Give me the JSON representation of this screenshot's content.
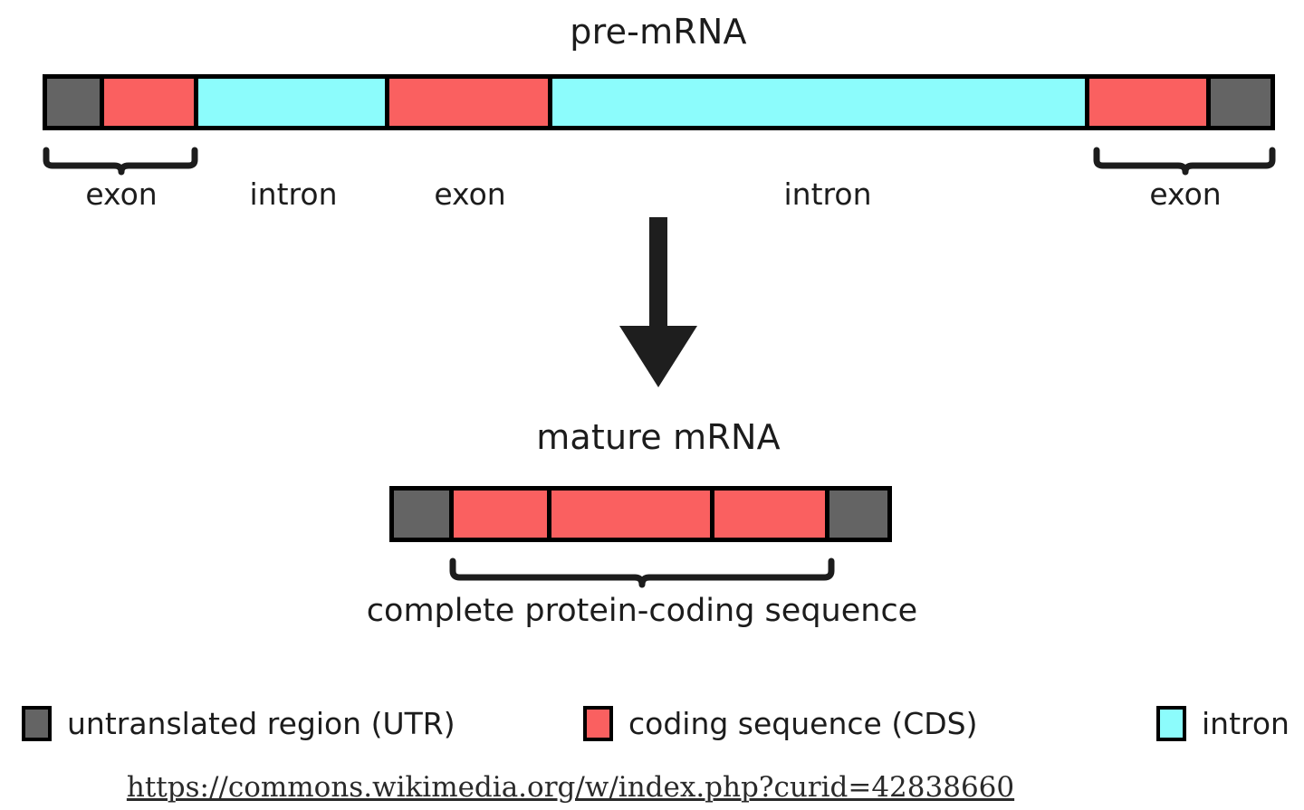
{
  "diagram": {
    "pre_mrna": {
      "title": "pre-mRNA",
      "segments": [
        {
          "kind": "utr",
          "label": "untranslated region (UTR)"
        },
        {
          "kind": "cds",
          "label": "coding sequence (CDS)"
        },
        {
          "kind": "intron",
          "label": "intron"
        },
        {
          "kind": "cds",
          "label": "coding sequence (CDS)"
        },
        {
          "kind": "intron",
          "label": "intron"
        },
        {
          "kind": "cds",
          "label": "coding sequence (CDS)"
        },
        {
          "kind": "utr",
          "label": "untranslated region (UTR)"
        }
      ],
      "region_labels": [
        {
          "text": "exon"
        },
        {
          "text": "intron"
        },
        {
          "text": "exon"
        },
        {
          "text": "intron"
        },
        {
          "text": "exon"
        }
      ]
    },
    "process_arrow": {
      "name": "splicing-arrow"
    },
    "mature_mrna": {
      "title": "mature mRNA",
      "segments": [
        {
          "kind": "utr",
          "label": "untranslated region (UTR)"
        },
        {
          "kind": "cds",
          "label": "coding sequence (CDS)"
        },
        {
          "kind": "cds",
          "label": "coding sequence (CDS)"
        },
        {
          "kind": "cds",
          "label": "coding sequence (CDS)"
        },
        {
          "kind": "utr",
          "label": "untranslated region (UTR)"
        }
      ],
      "caption": "complete protein-coding sequence"
    },
    "legend": {
      "items": [
        {
          "swatch": "#646464",
          "label": "untranslated region (UTR)"
        },
        {
          "swatch": "#fa6060",
          "label": "coding sequence (CDS)"
        },
        {
          "swatch": "#8cfcfc",
          "label": "intron"
        }
      ]
    },
    "attribution": {
      "url": "https://commons.wikimedia.org/w/index.php?curid=42838660"
    },
    "colors": {
      "utr": "#646464",
      "cds": "#fa6060",
      "intron": "#8cfcfc",
      "outline": "#000000",
      "arrow": "#1e1e1e",
      "background": "#ffffff",
      "text": "#1c1c1c"
    }
  }
}
